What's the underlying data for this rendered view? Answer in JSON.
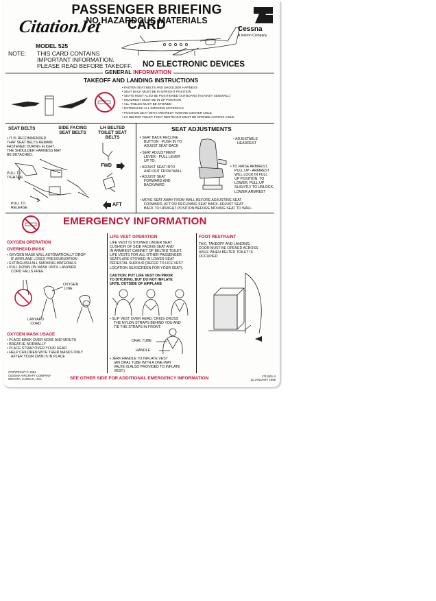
{
  "header": {
    "title": "PASSENGER BRIEFING CARD",
    "subtitle": "NO HAZARDOUS MATERIALS",
    "brand": "CitationJet",
    "model": "MODEL 525",
    "manufacturer": "Cessna",
    "manufacturer_tag": "A textron Company"
  },
  "note": {
    "label": "NOTE:",
    "lines": [
      "THIS CARD CONTAINS",
      "IMPORTANT INFORMATION.",
      "PLEASE READ BEFORE TAKEOFF."
    ]
  },
  "no_electronic": "NO ELECTRONIC DEVICES",
  "general": {
    "label_a": "GENERAL",
    "label_b": "INFORMATION",
    "heading": "TAKEOFF AND LANDING INSTRUCTIONS",
    "instructions": [
      "FASTEN SEAT BELTS AND SHOULDER HARNESS",
      "SEAT BACK MUST BE IN UPRIGHT POSITION",
      "SEATS MUST ALSO BE POSITIONED OUTBOARD (AGAINST SIDEWALL)",
      "HEADREST MUST BE IN UP POSITION",
      "ALL TABLES MUST BE STOWED",
      "EXTINGUISH ALL SMOKING MATERIALS",
      "POSITION SEAT WITH ARM REST TOWARD CENTER AISLE",
      "LH BELTED TOILET: FOOT RESTRAINT MUST BE OPENED ACROSS AISLE"
    ]
  },
  "seat_belts": {
    "heading": "SEAT BELTS",
    "side_facing": "SIDE FACING SEAT BELTS",
    "lh_belted": "LH BELTED TOILET SEAT BELTS",
    "text": [
      "IT IS RECOMMENDED",
      "THAT SEAT BELTS REMAIN",
      "FASTENED DURING FLIGHT.",
      "THE SHOULDER HARNESS MAY",
      "BE DETACHED."
    ],
    "pull_tighten": [
      "PULL TO",
      "TIGHTEN"
    ],
    "pull_release": [
      "PULL TO",
      "RELEASE"
    ],
    "fwd": "FWD",
    "aft": "AFT"
  },
  "seat_adjustments": {
    "heading": "SEAT ADJUSTMENTS",
    "items": [
      [
        "SEAT BACK RECLINE",
        "BUTTON - PUSH IN TO",
        "ADJUST SEAT BACK"
      ],
      [
        "SEAT ADJUSTMENT",
        "LEVER - PULL LEVER",
        "UP TO:"
      ],
      [
        "ADJUST SEAT INTO",
        "AND OUT FROM WALL"
      ],
      [
        "ADJUST SEAT",
        "FORWARD AND",
        "BACKWARD"
      ]
    ],
    "headrest": [
      "ADJUSTABLE",
      "HEADREST"
    ],
    "armrest": [
      "TO RAISE ARMREST,",
      "PULL UP - ARMREST",
      "WILL LOCK IN FULL",
      "UP POSITION. TO",
      "LOWER, PULL UP",
      "SLIGHTLY TO UNLOCK,",
      "LOWER ARMREST"
    ],
    "move_note": [
      "MOVE SEAT AWAY FROM WALL BEFORE ADJUSTING SEAT",
      "FORWARD, AFT OR RECLINING SEAT BACK. ADJUST SEAT",
      "BACK TO UPRIGHT POSITION BEFORE MOVING SEAT TO WALL."
    ]
  },
  "emergency": {
    "title": "EMERGENCY INFORMATION",
    "oxygen_operation": {
      "heading": "OXYGEN OPERATION",
      "subheading": "OVERHEAD MASK",
      "items": [
        [
          "OXYGEN MASK WILL AUTOMATICALLY DROP",
          "IF AIRPLANE LOSES PRESSURIZATION"
        ],
        [
          "EXTINGUISH ALL SMOKING MATERIALS"
        ],
        [
          "PULL DOWN ON MASK UNTIL LANYARD",
          "CORD FALLS FREE"
        ]
      ],
      "oxygen_line": [
        "OXYGEN",
        "LINE"
      ],
      "lanyard": [
        "LANYARD",
        "CORD"
      ]
    },
    "oxygen_mask_usage": {
      "heading": "OXYGEN MASK USAGE",
      "items": [
        "PLACE MASK OVER NOSE AND MOUTH",
        "BREATHE NORMALLY",
        "PLACE STRAP OVER YOUR HEAD",
        "HELP CHILDREN WITH THEIR MASKS ONLY",
        "AFTER YOUR OWN IS IN PLACE"
      ]
    },
    "life_vest": {
      "heading": "LIFE VEST OPERATION",
      "text": [
        "LIFE VEST IS STOWED UNDER SEAT",
        "CUSHION OF SIDE FACING SEAT AND",
        "IN ARMREST CABINET OF BELTED TOILET.",
        "LIFE VESTS FOR ALL OTHER PASSENGER",
        "SEATS ARE STOWED IN LOWER SEAT",
        "PEDESTAL SHROUD (REFER TO LIFE VEST",
        "LOCATION SILKSCREEN FOR YOUR SEAT)."
      ],
      "caution": [
        "CAUTION: PUT LIFE VEST ON PRIOR",
        "TO DITCHING, BUT DO NOT INFLATE",
        "UNTIL OUTSIDE OF AIRPLANE"
      ],
      "slip": [
        "SLIP VEST OVER HEAD, CRISS-CROSS",
        "THE NYLON STRAPS BEHIND YOU AND",
        "TIE THE STRAPS IN FRONT."
      ],
      "oral_tube": "ORAL TUBE",
      "handle": "HANDLE",
      "jerk": [
        "JERK HANDLE TO INFLATE VEST",
        "(AN ORAL TUBE WITH A ONE-WAY",
        "VALVE IS ALSO PROVIDED TO INFLATE",
        "VEST.)"
      ]
    },
    "foot_restraint": {
      "heading": "FOOT RESTRAINT",
      "text": [
        "TAXI, TAKEOFF AND LANDING,",
        "DOOR MUST BE OPENED ACROSS",
        "AISLE WHEN BELTED TOILET IS",
        "OCCUPIED"
      ]
    }
  },
  "footer": {
    "copyright": [
      "COPYRIGHT © 1994",
      "CESSNA AIRCRAFT COMPANY",
      "WICHITA, KANSAS, USA"
    ],
    "see_other_side": "SEE OTHER SIDE FOR ADDITIONAL EMERGENCY INFORMATION",
    "part_number": "4711061-4",
    "date": "12 JANUARY 1995"
  }
}
